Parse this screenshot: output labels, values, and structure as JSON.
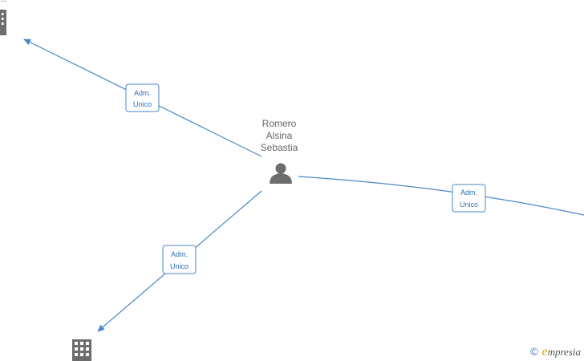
{
  "person": {
    "name_lines": [
      "Romero",
      "Alsina",
      "Sebastia"
    ],
    "icon": "person-icon"
  },
  "companies": [
    {
      "id": "company-top-left",
      "label": "...",
      "icon": "building-icon"
    },
    {
      "id": "company-bottom-left",
      "label": "",
      "icon": "building-icon"
    },
    {
      "id": "company-right",
      "label": "",
      "icon": "building-icon"
    }
  ],
  "relations": [
    {
      "to": "company-top-left",
      "label_lines": [
        "Adm.",
        "Unico"
      ]
    },
    {
      "to": "company-right",
      "label_lines": [
        "Adm.",
        "Unico"
      ]
    },
    {
      "to": "company-bottom-left",
      "label_lines": [
        "Adm.",
        "Unico"
      ]
    }
  ],
  "colors": {
    "edge": "#4a86c8",
    "icon": "#6d6d6d",
    "brand_accent": "#e6a020"
  },
  "watermark": {
    "copyright": "©",
    "brand_initial": "e",
    "brand_rest": "mpresia"
  }
}
